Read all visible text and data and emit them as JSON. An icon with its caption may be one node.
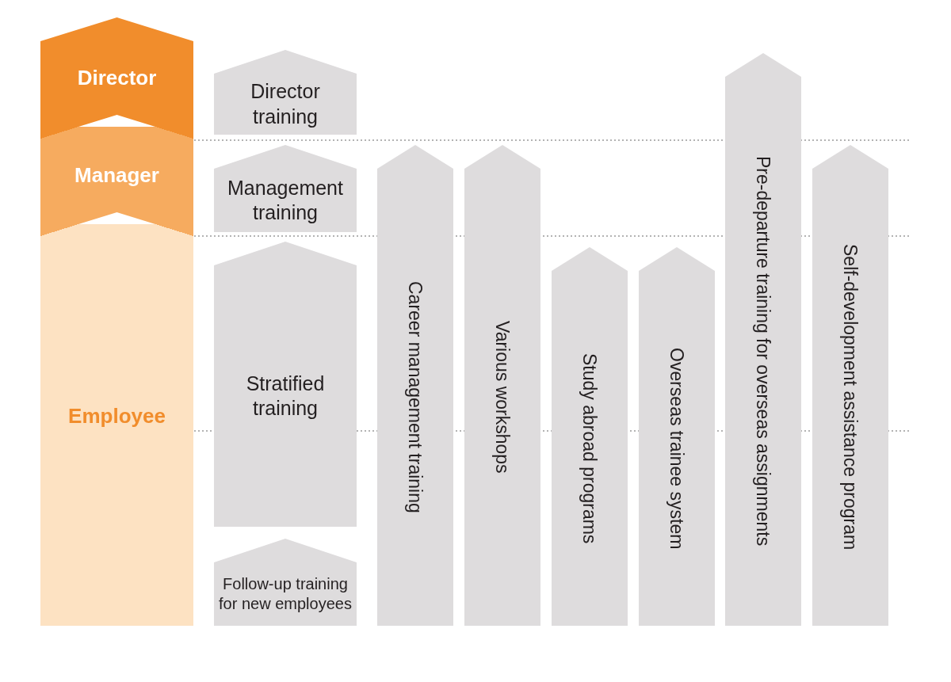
{
  "diagram": {
    "nodes": [
      {
        "text": [
          "Director"
        ]
      },
      {
        "text": [
          "Manager"
        ]
      },
      {
        "text": [
          "Employee"
        ]
      },
      {
        "text": [
          "Director training"
        ]
      },
      {
        "text": [
          "Management training"
        ]
      },
      {
        "text": [
          "Stratified training"
        ]
      },
      {
        "text": [
          "Follow-up training for new employees"
        ]
      },
      {
        "text": [
          "Career management training"
        ]
      },
      {
        "text": [
          "Various workshops"
        ]
      },
      {
        "text": [
          "Study abroad programs"
        ]
      },
      {
        "text": [
          "Overseas trainee system"
        ]
      },
      {
        "text": [
          "Pre-departure training for overseas assignments"
        ]
      },
      {
        "text": [
          "Self-development assistance program"
        ]
      }
    ]
  }
}
